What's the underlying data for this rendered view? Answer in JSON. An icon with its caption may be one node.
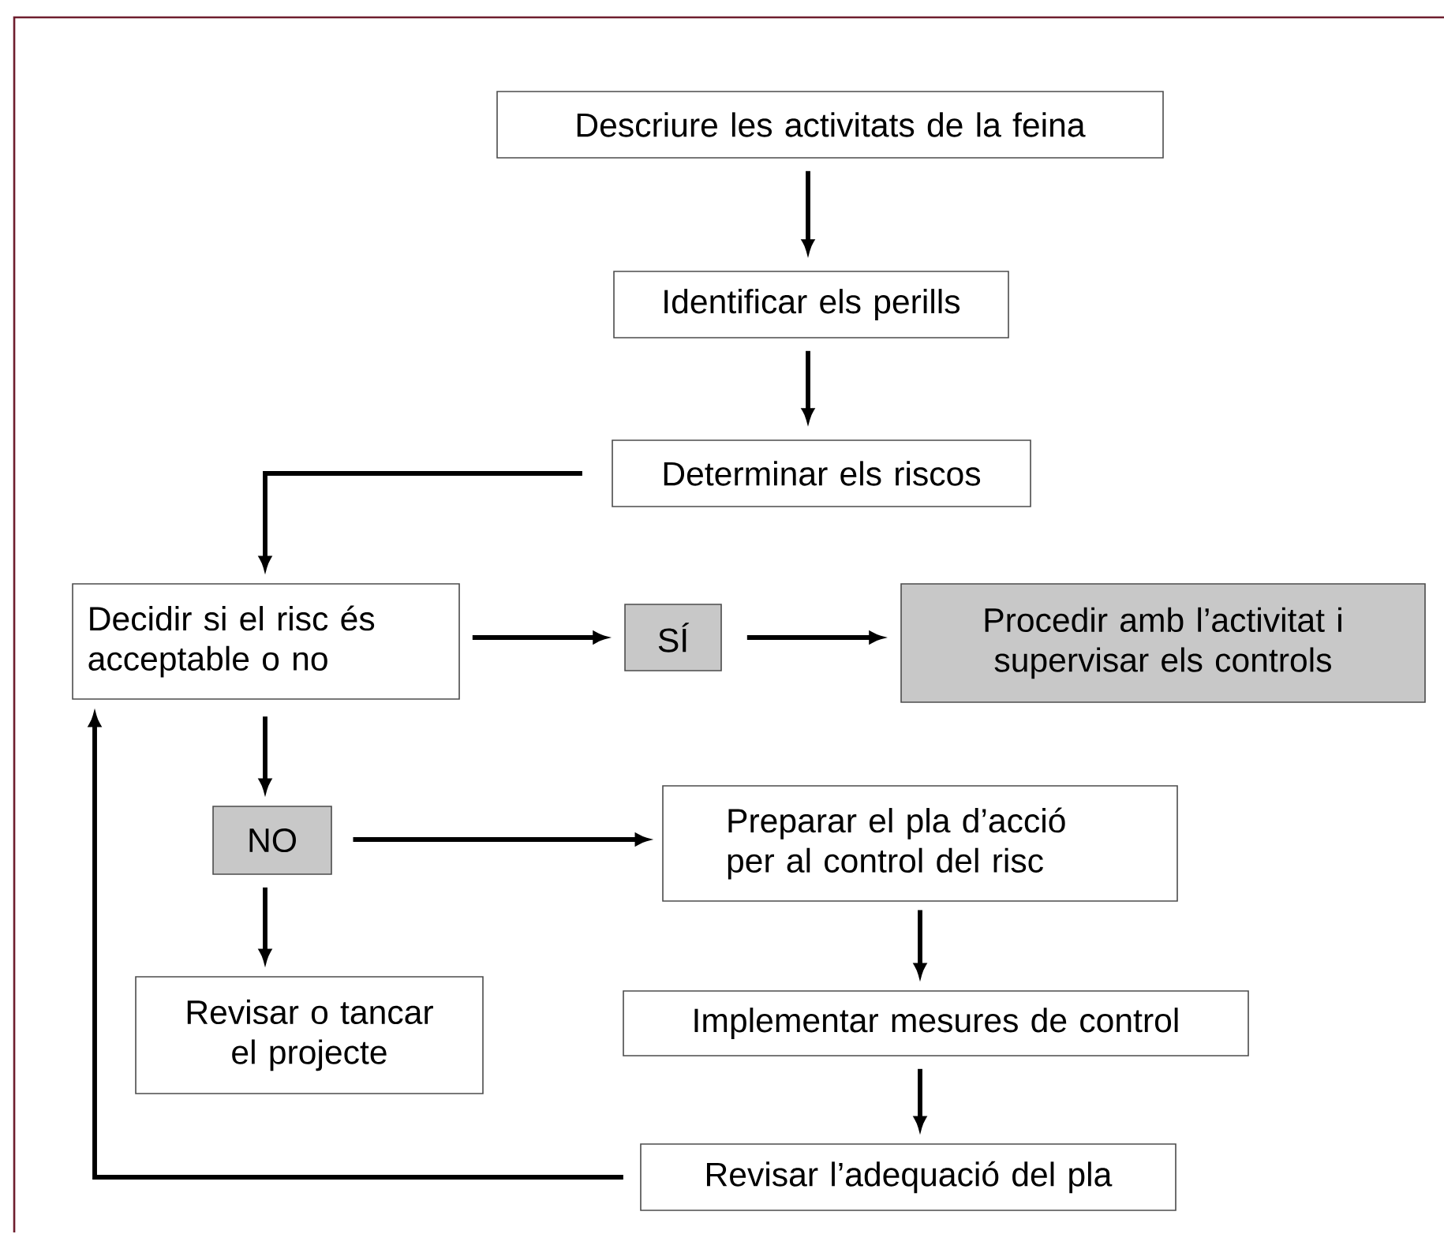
{
  "diagram": {
    "nodes": [
      {
        "text": [
          "Descriure les activitats de la feina"
        ]
      },
      {
        "text": [
          "Identificar els perills"
        ]
      },
      {
        "text": [
          "Determinar els riscos"
        ]
      },
      {
        "text": [
          "Decidir si el risc és acceptable o no"
        ]
      },
      {
        "text": [
          "SÍ"
        ]
      },
      {
        "text": [
          "Procedir amb l’activitat i supervisar els controls"
        ]
      },
      {
        "text": [
          "NO"
        ]
      },
      {
        "text": [
          "Preparar el pla d’acció per al control del risc"
        ]
      },
      {
        "text": [
          "Revisar o tancar el projecte"
        ]
      },
      {
        "text": [
          "Implementar mesures de control"
        ]
      },
      {
        "text": [
          "Revisar l’adequació del pla"
        ]
      }
    ],
    "edges": [
      {
        "from": 0,
        "to": 1,
        "arrow": "to"
      },
      {
        "from": 1,
        "to": 2,
        "arrow": "to"
      },
      {
        "from": 2,
        "to": 3,
        "arrow": "to"
      },
      {
        "from": 3,
        "to": 4,
        "arrow": "to"
      },
      {
        "from": 4,
        "to": 5,
        "arrow": "to"
      },
      {
        "from": 3,
        "to": 6,
        "arrow": "to"
      },
      {
        "from": 6,
        "to": 7,
        "arrow": "to"
      },
      {
        "from": 6,
        "to": 8,
        "arrow": "to"
      },
      {
        "from": 7,
        "to": 9,
        "arrow": "to"
      },
      {
        "from": 9,
        "to": 10,
        "arrow": "to"
      },
      {
        "from": 10,
        "to": 3,
        "arrow": "to"
      }
    ]
  }
}
